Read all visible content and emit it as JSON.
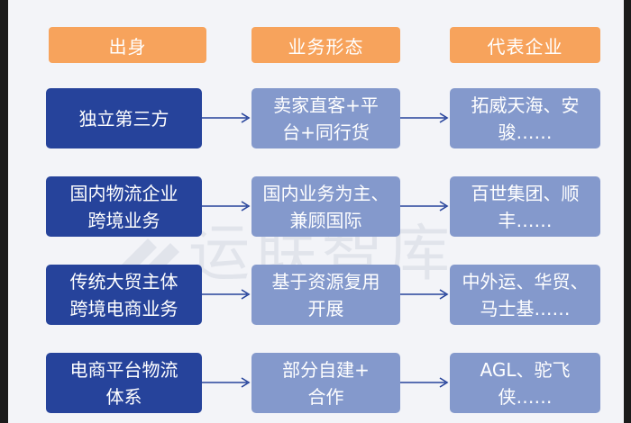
{
  "headers": {
    "origin": "出身",
    "form": "业务形态",
    "corp": "代表企业"
  },
  "watermark": "运联智库",
  "rows": [
    {
      "origin": [
        "独立第三方"
      ],
      "form": [
        "卖家直客+平",
        "台+同行货"
      ],
      "corp": [
        "拓威天海、安",
        "骏……"
      ]
    },
    {
      "origin": [
        "国内物流企业",
        "跨境业务"
      ],
      "form": [
        "国内业务为主、",
        "兼顾国际"
      ],
      "corp": [
        "百世集团、顺",
        "丰……"
      ]
    },
    {
      "origin": [
        "传统大贸主体",
        "跨境电商业务"
      ],
      "form": [
        "基于资源复用",
        "开展"
      ],
      "corp": [
        "中外运、华贸、",
        "马士基……"
      ]
    },
    {
      "origin": [
        "电商平台物流",
        "体系"
      ],
      "form": [
        "部分自建+",
        "合作"
      ],
      "corp": [
        "AGL、驼飞",
        "侠……"
      ]
    }
  ],
  "colors": {
    "header_bg": "#f7a35c",
    "origin_bg": "#26439b",
    "box_bg": "#8499cc",
    "arrow": "#26439b",
    "canvas_bg": "#f3f4f8"
  }
}
